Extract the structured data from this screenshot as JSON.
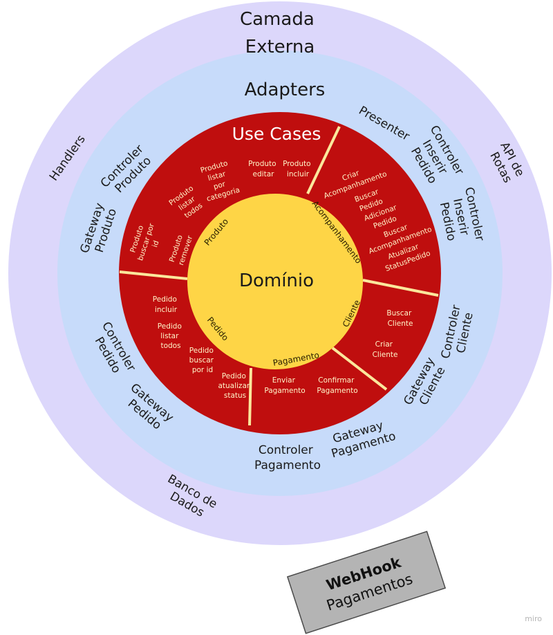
{
  "layers": {
    "external": {
      "title_lines": [
        "Camada",
        "Externa"
      ],
      "items": [
        {
          "key": "handlers",
          "lines": [
            "Handlers"
          ]
        },
        {
          "key": "api-rotas",
          "lines": [
            "API de",
            "Rotas"
          ]
        },
        {
          "key": "banco-dados",
          "lines": [
            "Banco de",
            "Dados"
          ]
        }
      ]
    },
    "adapters": {
      "title": "Adapters",
      "items": [
        {
          "key": "controler-produto",
          "lines": [
            "Controler",
            "Produto"
          ]
        },
        {
          "key": "gateway-produto",
          "lines": [
            "Gateway",
            "Produto"
          ]
        },
        {
          "key": "presenter",
          "lines": [
            "Presenter"
          ]
        },
        {
          "key": "controler-inserir-pedido-1",
          "lines": [
            "Controler",
            "Inserir",
            "Pedido"
          ]
        },
        {
          "key": "controler-inserir-pedido-2",
          "lines": [
            "Controler",
            "Inserir",
            "Pedido"
          ]
        },
        {
          "key": "controler-cliente",
          "lines": [
            "Controler",
            "Cliente"
          ]
        },
        {
          "key": "gateway-cliente",
          "lines": [
            "Gateway",
            "Cliente"
          ]
        },
        {
          "key": "gateway-pagamento",
          "lines": [
            "Gateway",
            "Pagamento"
          ]
        },
        {
          "key": "controler-pagamento",
          "lines": [
            "Controler",
            "Pagamento"
          ]
        },
        {
          "key": "gateway-pedido",
          "lines": [
            "Gateway",
            "Pedido"
          ]
        },
        {
          "key": "controler-pedido",
          "lines": [
            "Controler",
            "Pedido"
          ]
        }
      ]
    },
    "use_cases": {
      "title": "Use Cases",
      "items": [
        {
          "key": "produto-editar",
          "lines": [
            "Produto",
            "editar"
          ]
        },
        {
          "key": "produto-incluir",
          "lines": [
            "Produto",
            "incluir"
          ]
        },
        {
          "key": "produto-listar-por-categoria",
          "lines": [
            "Produto",
            "listar",
            "por",
            "categoria"
          ]
        },
        {
          "key": "produto-listar-todos",
          "lines": [
            "Produto",
            "listar",
            "todos"
          ]
        },
        {
          "key": "produto-buscar-por-id",
          "lines": [
            "Produto",
            "buscar por",
            "id"
          ]
        },
        {
          "key": "produto-remover",
          "lines": [
            "Produto",
            "remover"
          ]
        },
        {
          "key": "criar-acompanhamento",
          "lines": [
            "Criar",
            "Acompanhamento"
          ]
        },
        {
          "key": "buscar-pedido",
          "lines": [
            "Buscar",
            "Pedido"
          ]
        },
        {
          "key": "adicionar-pedido",
          "lines": [
            "Adicionar",
            "Pedido"
          ]
        },
        {
          "key": "buscar-acompanhamento",
          "lines": [
            "Buscar",
            "Acompanhamento"
          ]
        },
        {
          "key": "atualizar-status-pedido",
          "lines": [
            "Atualizar",
            "StatusPedido"
          ]
        },
        {
          "key": "buscar-cliente",
          "lines": [
            "Buscar",
            "Cliente"
          ]
        },
        {
          "key": "criar-cliente",
          "lines": [
            "Criar",
            "Cliente"
          ]
        },
        {
          "key": "enviar-pagamento",
          "lines": [
            "Enviar",
            "Pagamento"
          ]
        },
        {
          "key": "confirmar-pagamento",
          "lines": [
            "Confirmar",
            "Pagamento"
          ]
        },
        {
          "key": "pedido-incluir",
          "lines": [
            "Pedido",
            "incluir"
          ]
        },
        {
          "key": "pedido-listar-todos",
          "lines": [
            "Pedido",
            "listar",
            "todos"
          ]
        },
        {
          "key": "pedido-buscar-por-id",
          "lines": [
            "Pedido",
            "buscar",
            "por id"
          ]
        },
        {
          "key": "pedido-atualizar-status",
          "lines": [
            "Pedido",
            "atualizar",
            "status"
          ]
        }
      ]
    },
    "domain": {
      "title": "Domínio",
      "modules": [
        {
          "key": "produto",
          "label": "Produto"
        },
        {
          "key": "acompanhamento",
          "label": "Acompanhamento"
        },
        {
          "key": "cliente",
          "label": "Cliente"
        },
        {
          "key": "pagamento",
          "label": "Pagamento"
        },
        {
          "key": "pedido",
          "label": "Pedido"
        }
      ]
    }
  },
  "webhook": {
    "title": "WebHook",
    "subtitle": "Pagamentos"
  },
  "watermark": "miro",
  "colors": {
    "external_ring": "#dcd7fb",
    "adapters_ring": "#c7dbfa",
    "use_cases_ring": "#bf0e0e",
    "domain_core": "#fed546",
    "divider": "#fbe79c",
    "webhook_box": "#b4b4b4"
  }
}
